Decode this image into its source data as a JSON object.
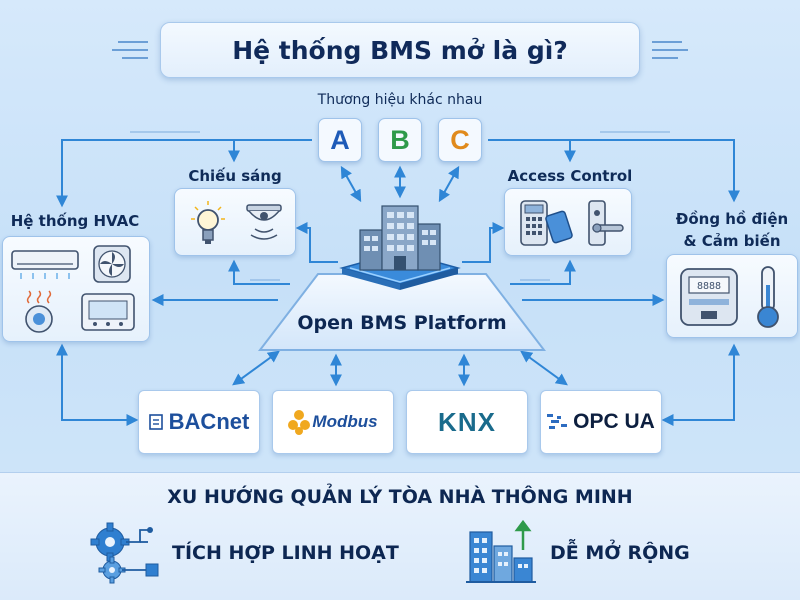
{
  "title": "Hệ thống BMS mở là gì?",
  "brands": {
    "label": "Thương hiệu khác nhau",
    "items": [
      {
        "letter": "A",
        "color": "#1e5bb8"
      },
      {
        "letter": "B",
        "color": "#2e9a4a"
      },
      {
        "letter": "C",
        "color": "#e08a1c"
      }
    ]
  },
  "subsystems": {
    "lighting": "Chiếu sáng",
    "access": "Access Control",
    "hvac": "Hệ thống HVAC",
    "meters_line1": "Đồng hồ điện",
    "meters_line2": "& Cảm biến"
  },
  "platform": "Open BMS Platform",
  "protocols": [
    {
      "name": "BACnet",
      "color": "#1d4f9c"
    },
    {
      "name": "Modbus",
      "color": "#1d4f9c"
    },
    {
      "name": "KNX",
      "color": "#1a6b8c"
    },
    {
      "name": "OPC UA",
      "color": "#0d1f3f"
    }
  ],
  "meter_display": "8888",
  "trend": {
    "title": "XU HƯỚNG QUẢN LÝ TÒA NHÀ THÔNG MINH",
    "left": "TÍCH HỢP LINH HOẠT",
    "right": "DỄ MỞ RỘNG"
  },
  "colors": {
    "accent": "#2f86d6",
    "dark": "#0d2752"
  }
}
